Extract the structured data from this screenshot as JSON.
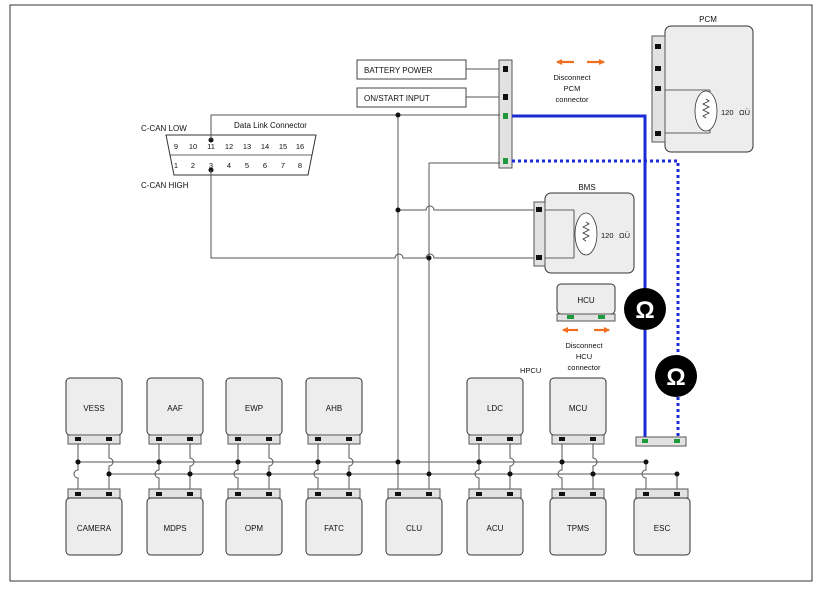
{
  "labels": {
    "battery_power": "BATTERY POWER",
    "on_start_input": "ON/START INPUT",
    "dlc_title": "Data Link Connector",
    "c_can_low": "C-CAN LOW",
    "c_can_high": "C-CAN HIGH",
    "disconnect_pcm": [
      "Disconnect",
      "PCM",
      "connector"
    ],
    "disconnect_hcu": [
      "Disconnect",
      "HCU",
      "connector"
    ],
    "hpcu": "HPCU"
  },
  "dlc_pins_top": [
    "9",
    "10",
    "11",
    "12",
    "13",
    "14",
    "15",
    "16"
  ],
  "dlc_pins_bottom": [
    "1",
    "2",
    "3",
    "4",
    "5",
    "6",
    "7",
    "8"
  ],
  "modules": {
    "pcm": {
      "name": "PCM",
      "resistor": "120",
      "unit": "ΩÜ"
    },
    "bms": {
      "name": "BMS",
      "resistor": "120",
      "unit": "ΩÜ"
    },
    "hcu": {
      "name": "HCU"
    },
    "top_row": [
      "VESS",
      "AAF",
      "EWP",
      "AHB",
      "LDC",
      "MCU"
    ],
    "bottom_row": [
      "CAMERA",
      "MDPS",
      "OPM",
      "FATC",
      "CLU",
      "ACU",
      "TPMS",
      "ESC"
    ]
  },
  "ohm_symbol": "Ω",
  "colors": {
    "can_high_wire": "#1a2bd6",
    "can_low_wire": "#1a2bd6",
    "arrow": "#f07020",
    "pin_green": "#1f9a3a",
    "module_fill": "#ededed",
    "connector_fill": "#e2e2e2"
  }
}
